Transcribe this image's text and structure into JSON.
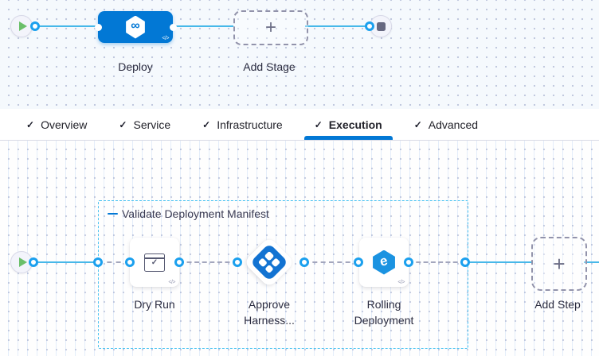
{
  "glyphs": {
    "check": "✓",
    "plus": "+",
    "code": "</>",
    "infinity": "∞",
    "rolling": "e"
  },
  "colors": {
    "primary_blue": "#0278d5",
    "connector_cyan": "#47b8e9",
    "dashed_connector_gray": "#a3a6bd",
    "group_border_cyan": "#4ec4f2",
    "approval_icon_blue": "#1273d2",
    "play_green": "#6abf69"
  },
  "stage_pipeline": {
    "stage_label": "Deploy",
    "add_stage_label": "Add Stage"
  },
  "tabs": [
    {
      "label": "Overview",
      "checked": true,
      "active": false
    },
    {
      "label": "Service",
      "checked": true,
      "active": false
    },
    {
      "label": "Infrastructure",
      "checked": true,
      "active": false
    },
    {
      "label": "Execution",
      "checked": true,
      "active": true
    },
    {
      "label": "Advanced",
      "checked": true,
      "active": false
    }
  ],
  "execution_graph": {
    "group_label": "Validate Deployment Manifest",
    "steps": [
      {
        "label": "Dry Run"
      },
      {
        "label": "Approve Harness..."
      },
      {
        "label": "Rolling Deployment"
      }
    ],
    "add_step_label": "Add Step"
  }
}
